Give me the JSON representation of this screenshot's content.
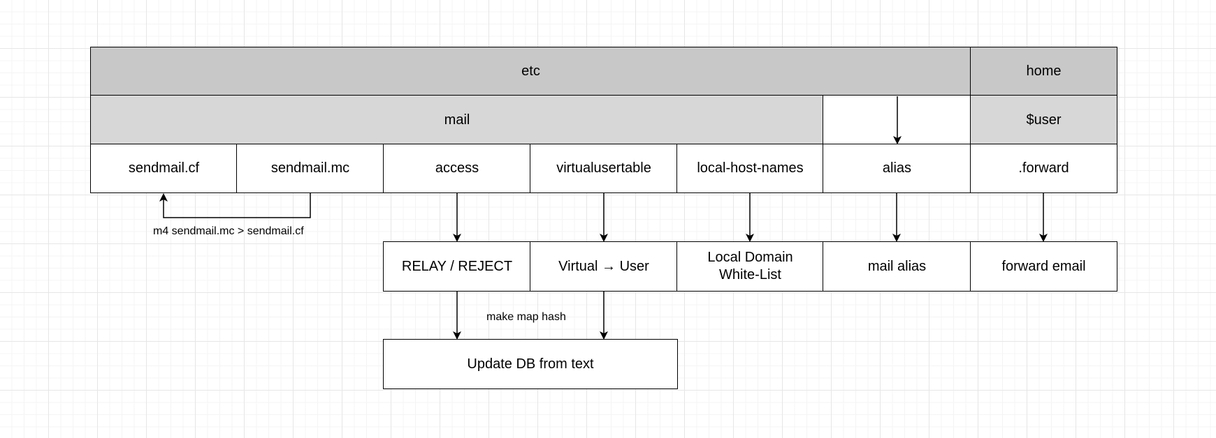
{
  "diagram": {
    "etc": "etc",
    "home": "home",
    "mail": "mail",
    "user": "$user",
    "files": {
      "sendmail_cf": "sendmail.cf",
      "sendmail_mc": "sendmail.mc",
      "access": "access",
      "virtualusertable": "virtualusertable",
      "local_host_names": "local-host-names",
      "alias": "alias",
      "forward": ".forward"
    },
    "results": {
      "relay_reject": "RELAY / REJECT",
      "virtual_user": "Virtual → User",
      "local_domain": "Local Domain White-List",
      "mail_alias": "mail alias",
      "forward_email": "forward email"
    },
    "update_db": "Update DB from text",
    "notes": {
      "m4": "m4 sendmail.mc > sendmail.cf",
      "make_map": "make map hash"
    },
    "colors": {
      "header_dark": "#c8c8c8",
      "header_light": "#d7d7d7",
      "line": "#000000"
    }
  }
}
